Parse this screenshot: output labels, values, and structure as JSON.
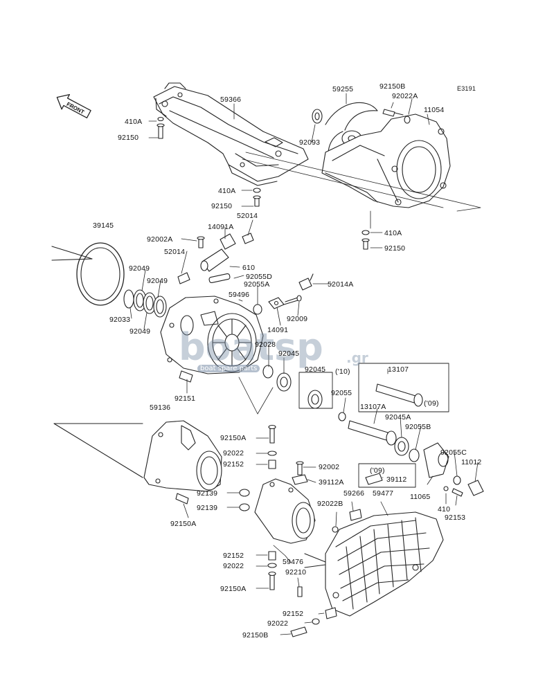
{
  "diagram_code": "E3191",
  "front_label": "FRONT",
  "watermark": {
    "text": "boatsp",
    "suffix": ".gr",
    "tagline": "boat spare parts"
  },
  "labels": {
    "l59366": "59366",
    "l59255": "59255",
    "l92150B_top": "92150B",
    "l92022A_top": "92022A",
    "l11054": "11054",
    "l410A_1": "410A",
    "l92150_1": "92150",
    "l92093": "92093",
    "l410A_2": "410A",
    "l92150_2": "92150",
    "l52014_1": "52014",
    "l410A_3": "410A",
    "l92150_3": "92150",
    "l39145": "39145",
    "l92002A": "92002A",
    "l14091A": "14091A",
    "l52014_2": "52014",
    "l610": "610",
    "l92049_1": "92049",
    "l92049_2": "92049",
    "l92055D": "92055D",
    "l92055A": "92055A",
    "l52014A": "52014A",
    "l59496": "59496",
    "l92033": "92033",
    "l92049_3": "92049",
    "l92009": "92009",
    "l14091": "14091",
    "l92028": "92028",
    "l92045_1": "92045",
    "l92045_2": "92045",
    "l10": "('10)",
    "l13107": "13107",
    "l09_1": "('09)",
    "l92151": "92151",
    "l92055": "92055",
    "l13107A": "13107A",
    "l59136": "59136",
    "l92045A": "92045A",
    "l92150A_1": "92150A",
    "l92055B": "92055B",
    "l92022_1": "92022",
    "l92152_1": "92152",
    "l92055C": "92055C",
    "l11012": "11012",
    "l92002": "92002",
    "l09_2": "('09)",
    "l39112A": "39112A",
    "l39112": "39112",
    "l92139_1": "92139",
    "l92022B": "92022B",
    "l59266": "59266",
    "l59477": "59477",
    "l11065": "11065",
    "l92139_2": "92139",
    "l410": "410",
    "l92153": "92153",
    "l92150A_2": "92150A",
    "l92152_2": "92152",
    "l59476": "59476",
    "l92022_2": "92022",
    "l92210": "92210",
    "l92150A_3": "92150A",
    "l92152_3": "92152",
    "l92022_3": "92022",
    "l92150B_bot": "92150B"
  }
}
